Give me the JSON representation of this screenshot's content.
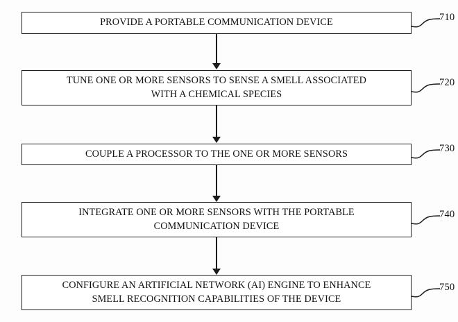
{
  "figure": {
    "type": "patent-flowchart",
    "orientation": "vertical",
    "background_color": "#fdfdfd",
    "line_color": "#1a1a1a",
    "steps": [
      {
        "ref": "710",
        "text": "PROVIDE A PORTABLE COMMUNICATION DEVICE",
        "lines": 1
      },
      {
        "ref": "720",
        "text": "TUNE ONE OR MORE SENSORS TO SENSE A SMELL ASSOCIATED\nWITH A CHEMICAL SPECIES",
        "lines": 2
      },
      {
        "ref": "730",
        "text": "COUPLE A PROCESSOR TO THE ONE OR MORE SENSORS",
        "lines": 1
      },
      {
        "ref": "740",
        "text": "INTEGRATE ONE OR MORE SENSORS WITH THE PORTABLE\nCOMMUNICATION DEVICE",
        "lines": 2
      },
      {
        "ref": "750",
        "text": "CONFIGURE AN ARTIFICIAL NETWORK (AI) ENGINE TO ENHANCE\nSMELL RECOGNITION CAPABILITIES OF THE DEVICE",
        "lines": 2
      }
    ],
    "connectors": [
      {
        "from": "710",
        "to": "720"
      },
      {
        "from": "720",
        "to": "730"
      },
      {
        "from": "730",
        "to": "740"
      },
      {
        "from": "740",
        "to": "750"
      }
    ]
  }
}
